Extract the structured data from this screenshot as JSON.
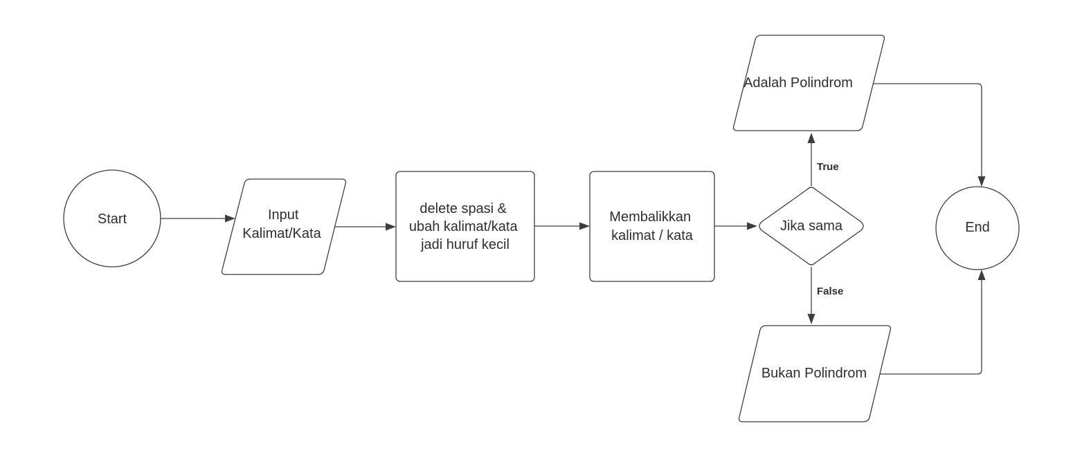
{
  "nodes": {
    "start": {
      "label": "Start"
    },
    "input": {
      "lines": [
        "Input",
        "Kalimat/Kata"
      ]
    },
    "process1": {
      "lines": [
        "delete spasi &",
        "ubah kalimat/kata",
        "jadi huruf kecil"
      ]
    },
    "process2": {
      "lines": [
        "Membalikkan",
        "kalimat / kata"
      ]
    },
    "decision": {
      "label": "Jika sama"
    },
    "output_true": {
      "label": "Adalah Polindrom"
    },
    "output_false": {
      "label": "Bukan Polindrom"
    },
    "end": {
      "label": "End"
    }
  },
  "edges": {
    "true_label": "True",
    "false_label": "False"
  },
  "colors": {
    "stroke": "#3a3d45",
    "text": "#2b2e36",
    "background": "#ffffff"
  }
}
